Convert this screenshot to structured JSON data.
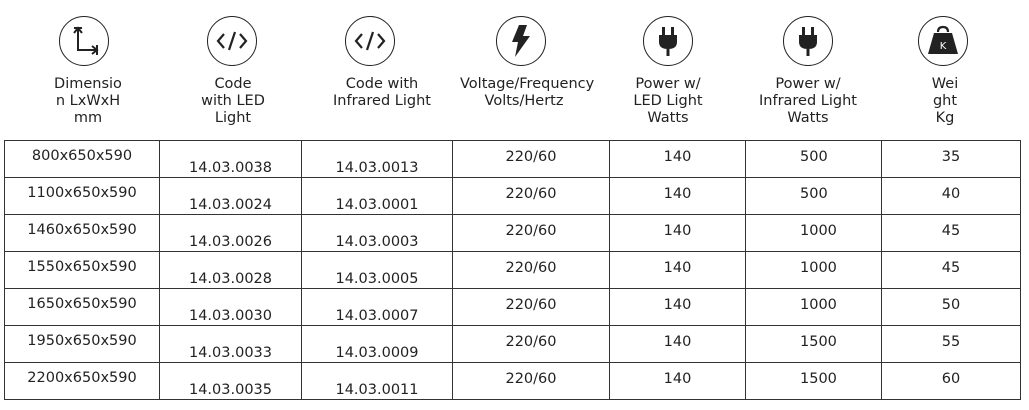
{
  "headers": [
    {
      "icon": "dimensions-axes-icon",
      "label": "Dimensio\nn LxWxH\nmm"
    },
    {
      "icon": "code-brackets-icon",
      "label": "Code\nwith LED\nLight"
    },
    {
      "icon": "code-brackets-icon",
      "label": "Code with\nInfrared Light"
    },
    {
      "icon": "lightning-bolt-icon",
      "label": "Voltage/Frequency\nVolts/Hertz"
    },
    {
      "icon": "power-plug-icon",
      "label": "Power w/\nLED Light\nWatts"
    },
    {
      "icon": "power-plug-icon",
      "label": "Power w/\nInfrared Light\nWatts"
    },
    {
      "icon": "weight-kg-icon",
      "label": "Wei\nght\nKg"
    }
  ],
  "weight_icon_letter": "K",
  "rows": [
    [
      "800x650x590",
      "14.03.0038",
      "14.03.0013",
      "220/60",
      "140",
      "500",
      "35"
    ],
    [
      "1100x650x590",
      "14.03.0024",
      "14.03.0001",
      "220/60",
      "140",
      "500",
      "40"
    ],
    [
      "1460x650x590",
      "14.03.0026",
      "14.03.0003",
      "220/60",
      "140",
      "1000",
      "45"
    ],
    [
      "1550x650x590",
      "14.03.0028",
      "14.03.0005",
      "220/60",
      "140",
      "1000",
      "45"
    ],
    [
      "1650x650x590",
      "14.03.0030",
      "14.03.0007",
      "220/60",
      "140",
      "1000",
      "50"
    ],
    [
      "1950x650x590",
      "14.03.0033",
      "14.03.0009",
      "220/60",
      "140",
      "1500",
      "55"
    ],
    [
      "2200x650x590",
      "14.03.0035",
      "14.03.0011",
      "220/60",
      "140",
      "1500",
      "60"
    ]
  ]
}
